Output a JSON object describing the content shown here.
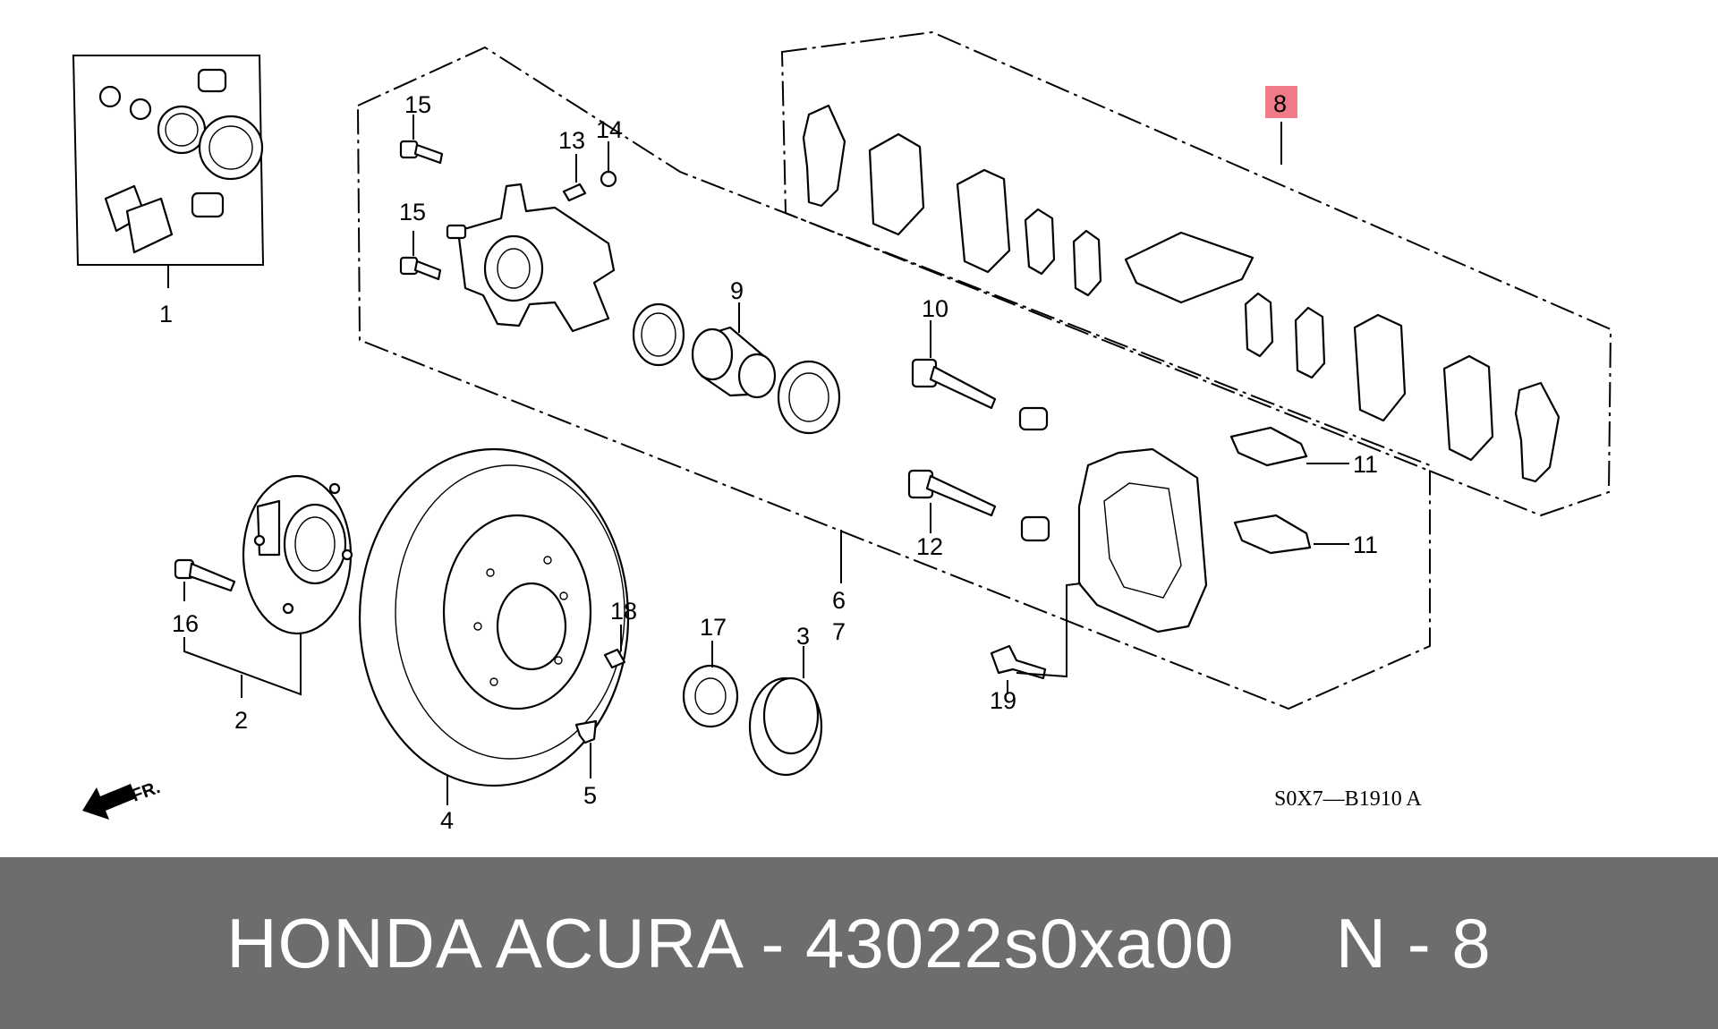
{
  "diagram": {
    "callouts": [
      "1",
      "2",
      "3",
      "4",
      "5",
      "6",
      "7",
      "8",
      "9",
      "10",
      "11",
      "11",
      "12",
      "13",
      "14",
      "15",
      "15",
      "16",
      "17",
      "18",
      "19"
    ],
    "highlighted_callout": "8",
    "highlight_color": "#f07a88",
    "direction_label": "FR.",
    "diagram_code": "S0X7—B1910 A"
  },
  "footer": {
    "title": "HONDA ACURA - 43022s0xa00     N - 8",
    "background": "#6d6d6d"
  }
}
